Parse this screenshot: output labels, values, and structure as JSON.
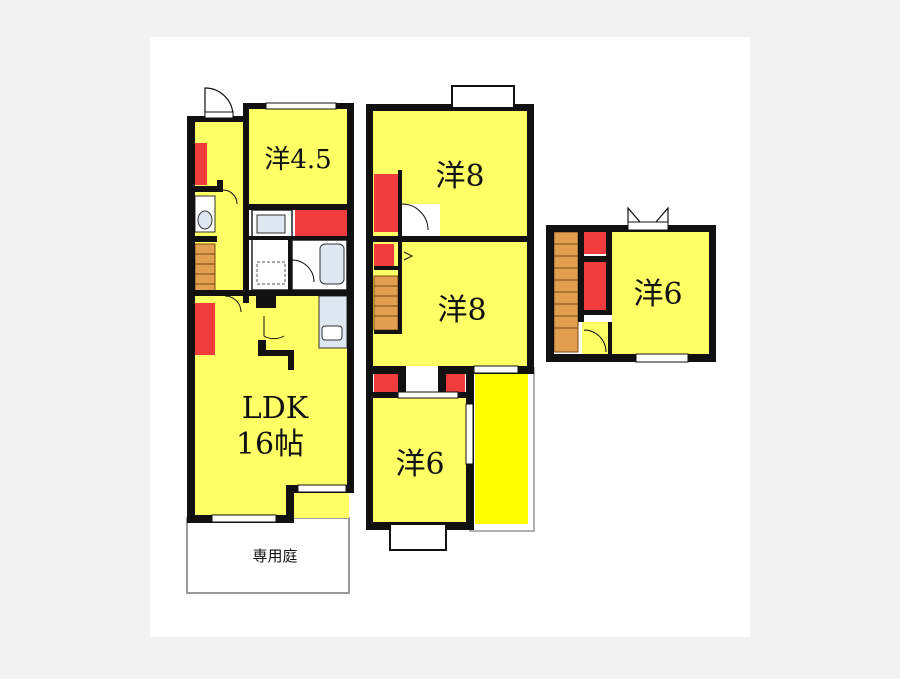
{
  "floor_plan": {
    "rooms": {
      "western_45": "洋4.5",
      "western_8_upper": "洋8",
      "western_8_middle": "洋8",
      "western_6_lower": "洋6",
      "western_6_right": "洋6",
      "ldk_line1": "LDK",
      "ldk_line2": "16帖",
      "private_garden": "専用庭"
    },
    "colors": {
      "background": "#f2f2f2",
      "paper": "#ffffff",
      "room_fill": "#ffff66",
      "balcony_fill": "#ffff00",
      "closet_fill": "#f03c3c",
      "stairs_fill": "#e0a050",
      "wall": "#111111",
      "fixture_fill": "#dfe7f0"
    }
  }
}
